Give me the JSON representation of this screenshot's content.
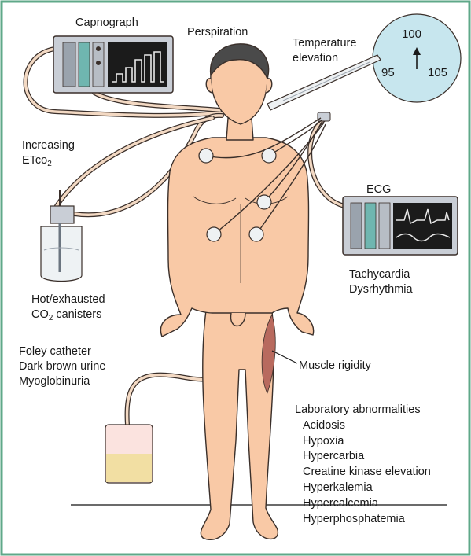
{
  "colors": {
    "frame": "#5fa889",
    "skin": "#f9c9a6",
    "skin_outline": "#3a2f2a",
    "hair": "#4a4a4a",
    "monitor_body": "#c9ced6",
    "monitor_screen": "#1b1b1b",
    "dial": "#c7e6ee",
    "tubing": "#f3d9c3",
    "urine": "#f2dfa3",
    "bag_top": "#fbe3df",
    "muscle": "#b86a5e"
  },
  "monitors": {
    "capnograph": {
      "label": "Capnograph"
    },
    "ecg": {
      "label": "ECG"
    }
  },
  "findings": {
    "perspiration": "Perspiration",
    "temperature": [
      "Temperature",
      "elevation"
    ],
    "etco2": {
      "line1": "Increasing",
      "line2_main": "ETco",
      "line2_sub": "2"
    },
    "canisters": {
      "line1": "Hot/exhausted",
      "line2_main": "CO",
      "line2_sub": "2",
      "line2_rest": " canisters"
    },
    "ecg_findings": [
      "Tachycardia",
      "Dysrhythmia"
    ],
    "foley": [
      "Foley catheter",
      "Dark brown urine",
      "Myoglobinuria"
    ],
    "muscle": "Muscle rigidity"
  },
  "thermometer_dial": {
    "top": "100",
    "left": "95",
    "right": "105"
  },
  "lab_abnormalities": {
    "heading": "Laboratory abnormalities",
    "items": [
      "Acidosis",
      "Hypoxia",
      "Hypercarbia",
      "Creatine kinase elevation",
      "Hyperkalemia",
      "Hypercalcemia",
      "Hyperphosphatemia"
    ]
  }
}
